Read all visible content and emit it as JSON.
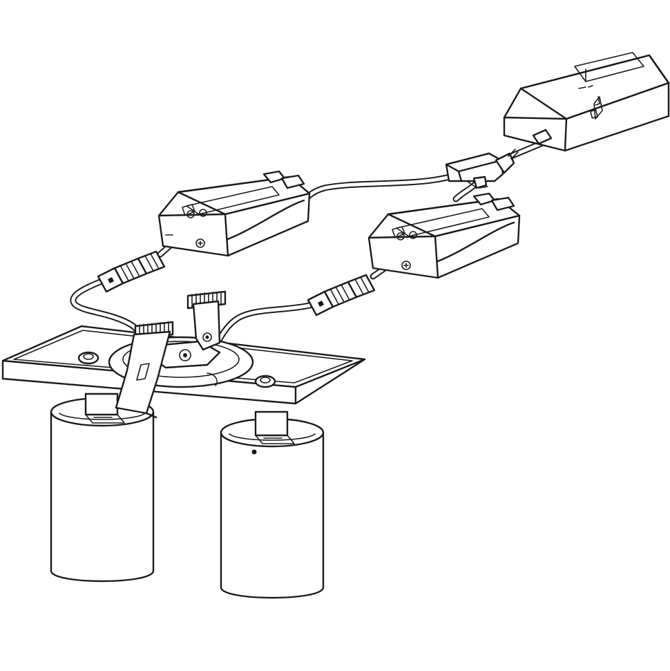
{
  "diagram": {
    "type": "installation-line-drawing",
    "colors": {
      "line": "#1a1a1a",
      "background": "#ffffff"
    },
    "components": [
      {
        "id": "power-supply",
        "icon": "power-supply-box"
      },
      {
        "id": "y-splitter",
        "icon": "y-splitter-connector"
      },
      {
        "id": "driver-left",
        "icon": "led-driver-box"
      },
      {
        "id": "driver-right",
        "icon": "led-driver-box"
      },
      {
        "id": "connector-left",
        "icon": "inline-plug-connector"
      },
      {
        "id": "connector-right",
        "icon": "inline-plug-connector"
      },
      {
        "id": "mounting-plate",
        "icon": "ceiling-mounting-plate"
      },
      {
        "id": "spring-clips",
        "icon": "spring-clip"
      },
      {
        "id": "spotlight-left",
        "icon": "cylinder-spotlight"
      },
      {
        "id": "spotlight-right",
        "icon": "cylinder-spotlight"
      }
    ]
  }
}
